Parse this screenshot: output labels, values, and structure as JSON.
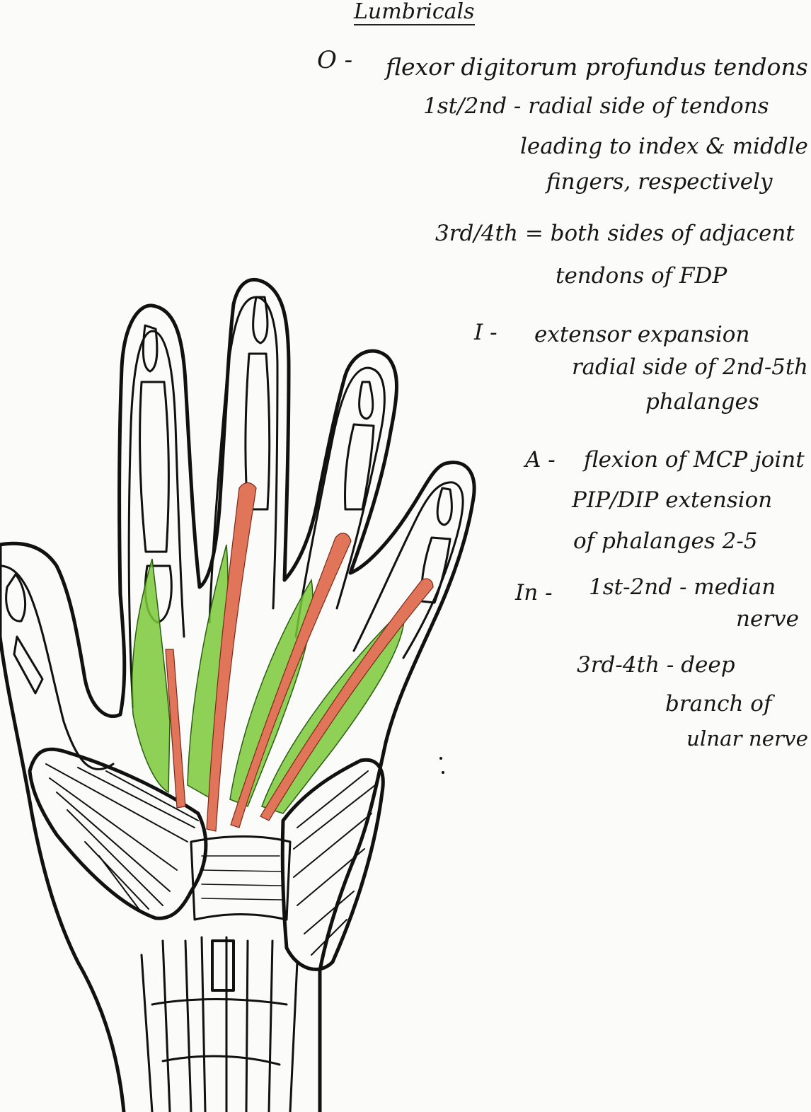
{
  "title": "Lumbricals",
  "origin": {
    "label": "O -",
    "line1": "flexor digitorum profundus tendons",
    "line2": "1st/2nd - radial side of tendons",
    "line3": "leading to index & middle",
    "line4": "fingers, respectively",
    "line5": "3rd/4th = both sides of adjacent",
    "line6": "tendons of FDP"
  },
  "insertion": {
    "label": "I -",
    "line1": "extensor expansion",
    "line2": "radial side of 2nd-5th",
    "line3": "phalanges"
  },
  "action": {
    "label": "A -",
    "line1": "flexion of MCP joint",
    "line2": "PIP/DIP extension",
    "line3": "of phalanges 2-5"
  },
  "innervation": {
    "label": "In -",
    "line1": "1st-2nd - median",
    "line2": "nerve",
    "line3": "3rd-4th - deep",
    "line4": "branch of",
    "line5": "ulnar nerve"
  },
  "colors": {
    "lumbrical_muscle": "#7bc93a",
    "fdp_tendon": "#e0755a",
    "ink": "#111111"
  },
  "icons": {
    "illustration": "hand-palm-anatomy-diagram"
  }
}
